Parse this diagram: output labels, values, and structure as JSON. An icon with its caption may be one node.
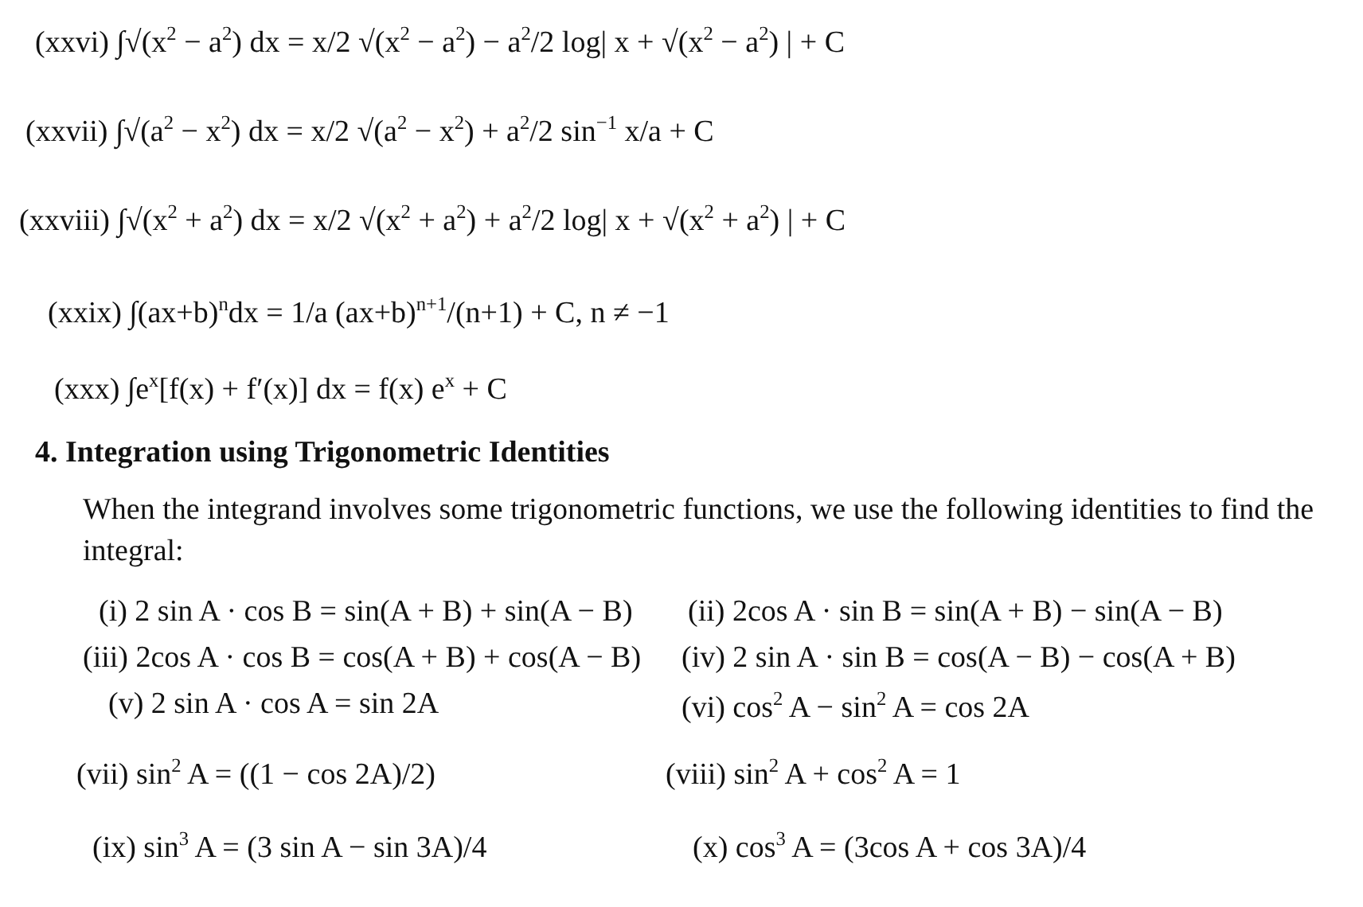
{
  "diagram": {
    "title": "4. Integration using Trigonometric Identities",
    "labels": [
      "(xxvi) ∫√(x$^{2}$ − a$^{2}$) dx = x/2 √(x$^{2}$ − a$^{2}$) − a$^{2}$/2 log| x + √(x$^{2}$ − a$^{2}$) | + C",
      "(xxvii) ∫√(a$^{2}$ − x$^{2}$) dx = x/2 √(a$^{2}$ − x$^{2}$) + a$^{2}$/2 sin$^{−1}$ x/a + C",
      "(xxviii) ∫√(x$^{2}$ + a$^{2}$) dx = x/2 √(x$^{2}$ + a$^{2}$) + a$^{2}$/2 log| x + √(x$^{2}$ + a$^{2}$) | + C",
      "(xxix) ∫(ax+b)$^{n}$dx = 1/a (ax+b)$^{n+1}$/(n+1) + C, n ≠ −1",
      "(xxx) ∫e$^{x}$[f(x) + f′(x)] dx = f(x) e$^{x}$ + C",
      "When the integrand involves some trigonometric functions, we use the following identities to find the integral:",
      "(i) 2 sin A · cos B = sin(A + B) + sin(A − B)",
      "(ii) 2cos A · sin B = sin(A + B) − sin(A − B)",
      "(iii) 2cos A · cos B = cos(A + B) + cos(A − B)",
      "(iv) 2 sin A · sin B = cos(A − B) − cos(A + B)",
      "(v) 2 sin A · cos A = sin 2A",
      "(vi) cos$^{2}$ A − sin$^{2}$ A = cos 2A",
      "(vii) sin$^{2}$ A = ((1 − cos 2A)/2)",
      "(viii) sin$^{2}$ A + cos$^{2}$ A = 1",
      "(ix) sin$^{3}$ A = (3 sin A − sin 3A)/4",
      "(x) cos$^{3}$ A = (3cos A + cos 3A)/4"
    ]
  }
}
